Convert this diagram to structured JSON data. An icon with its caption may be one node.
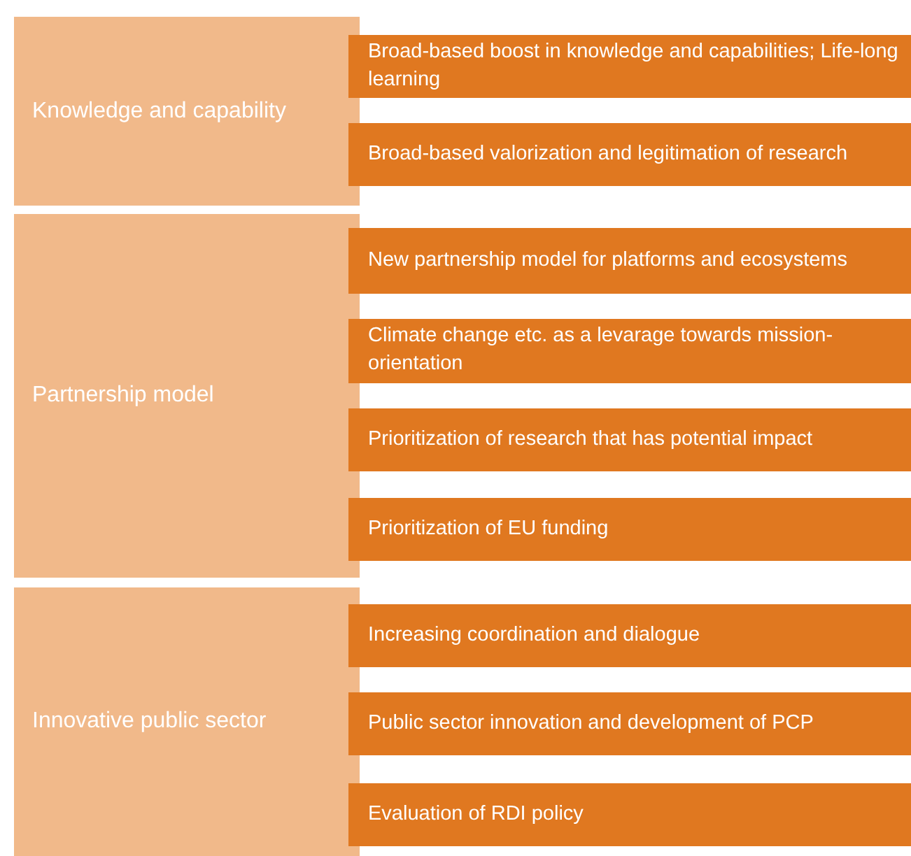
{
  "diagram": {
    "nodes": [
      {
        "text": [
          "Knowledge and capability"
        ]
      },
      {
        "text": [
          "Broad-based boost in knowledge and capabilities; Life-long learning"
        ]
      },
      {
        "text": [
          "Broad-based valorization and legitimation of research"
        ]
      },
      {
        "text": [
          "Partnership model"
        ]
      },
      {
        "text": [
          "New partnership model for platforms and ecosystems"
        ]
      },
      {
        "text": [
          "Climate change etc. as a levarage towards mission-orientation"
        ]
      },
      {
        "text": [
          "Prioritization of research that has potential impact"
        ]
      },
      {
        "text": [
          "Prioritization of EU funding"
        ]
      },
      {
        "text": [
          "Innovative public sector"
        ]
      },
      {
        "text": [
          "Increasing coordination and dialogue"
        ]
      },
      {
        "text": [
          "Public sector innovation and development of PCP"
        ]
      },
      {
        "text": [
          "Evaluation of RDI policy"
        ]
      }
    ]
  }
}
